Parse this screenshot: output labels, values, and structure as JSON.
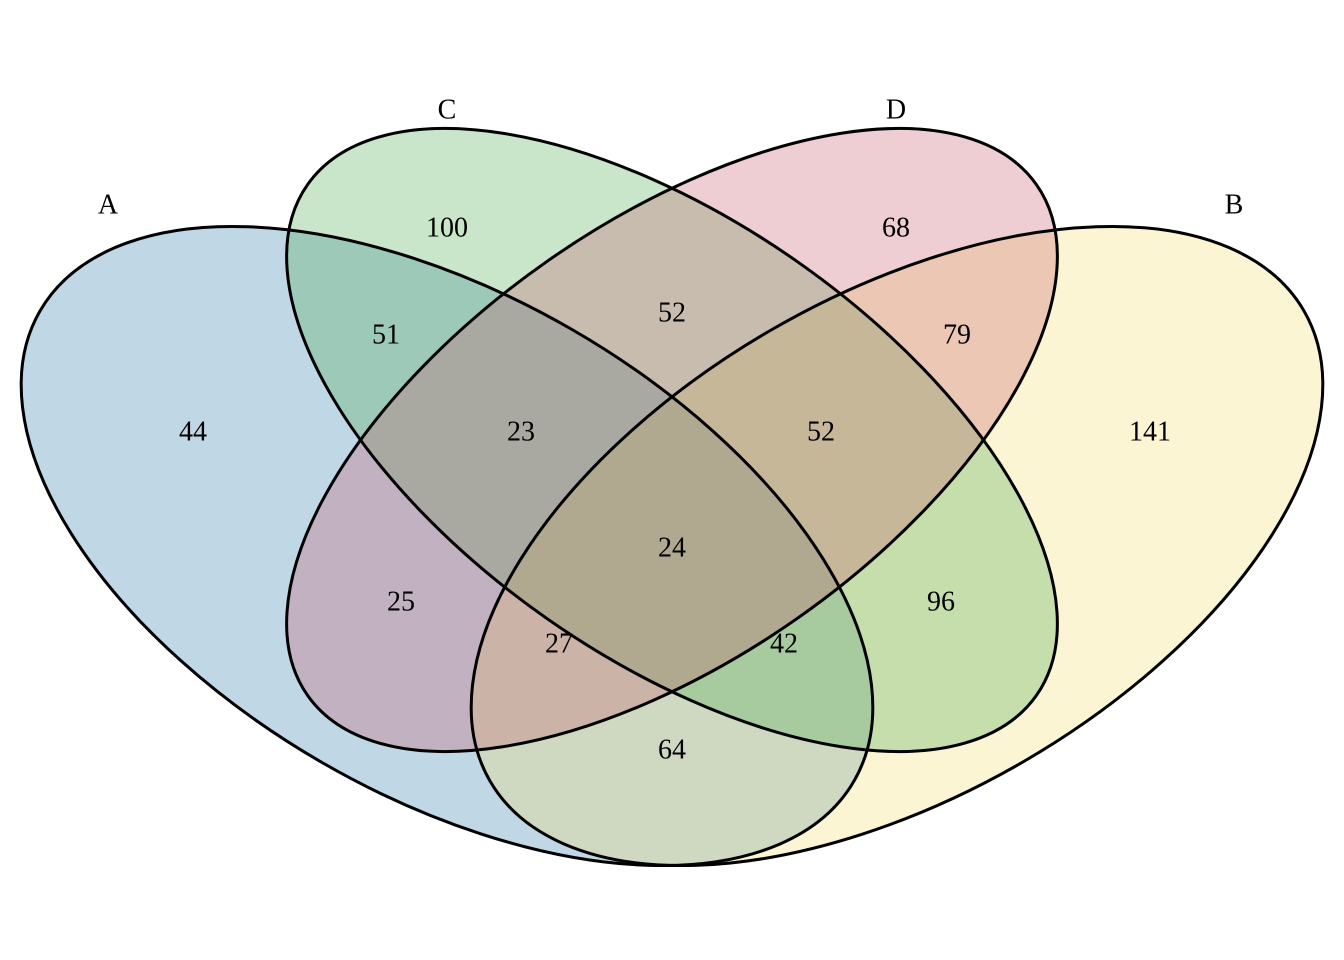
{
  "sets": [
    {
      "id": "A",
      "label": "A",
      "color": "#2E7AA8"
    },
    {
      "id": "B",
      "label": "B",
      "color": "#F3DD6E"
    },
    {
      "id": "C",
      "label": "C",
      "color": "#4BAA4F"
    },
    {
      "id": "D",
      "label": "D",
      "color": "#C85E6C"
    }
  ],
  "regions": [
    {
      "sets": "A",
      "value": "44"
    },
    {
      "sets": "B",
      "value": "141"
    },
    {
      "sets": "C",
      "value": "100"
    },
    {
      "sets": "D",
      "value": "68"
    },
    {
      "sets": "A&C",
      "value": "51"
    },
    {
      "sets": "C&D",
      "value": "52"
    },
    {
      "sets": "B&D",
      "value": "79"
    },
    {
      "sets": "A&C&D",
      "value": "23"
    },
    {
      "sets": "B&C&D",
      "value": "52"
    },
    {
      "sets": "A&B&C&D",
      "value": "24"
    },
    {
      "sets": "A&D",
      "value": "25"
    },
    {
      "sets": "B&C",
      "value": "96"
    },
    {
      "sets": "A&B&D",
      "value": "27"
    },
    {
      "sets": "A&B&C",
      "value": "42"
    },
    {
      "sets": "A&B",
      "value": "64"
    }
  ]
}
